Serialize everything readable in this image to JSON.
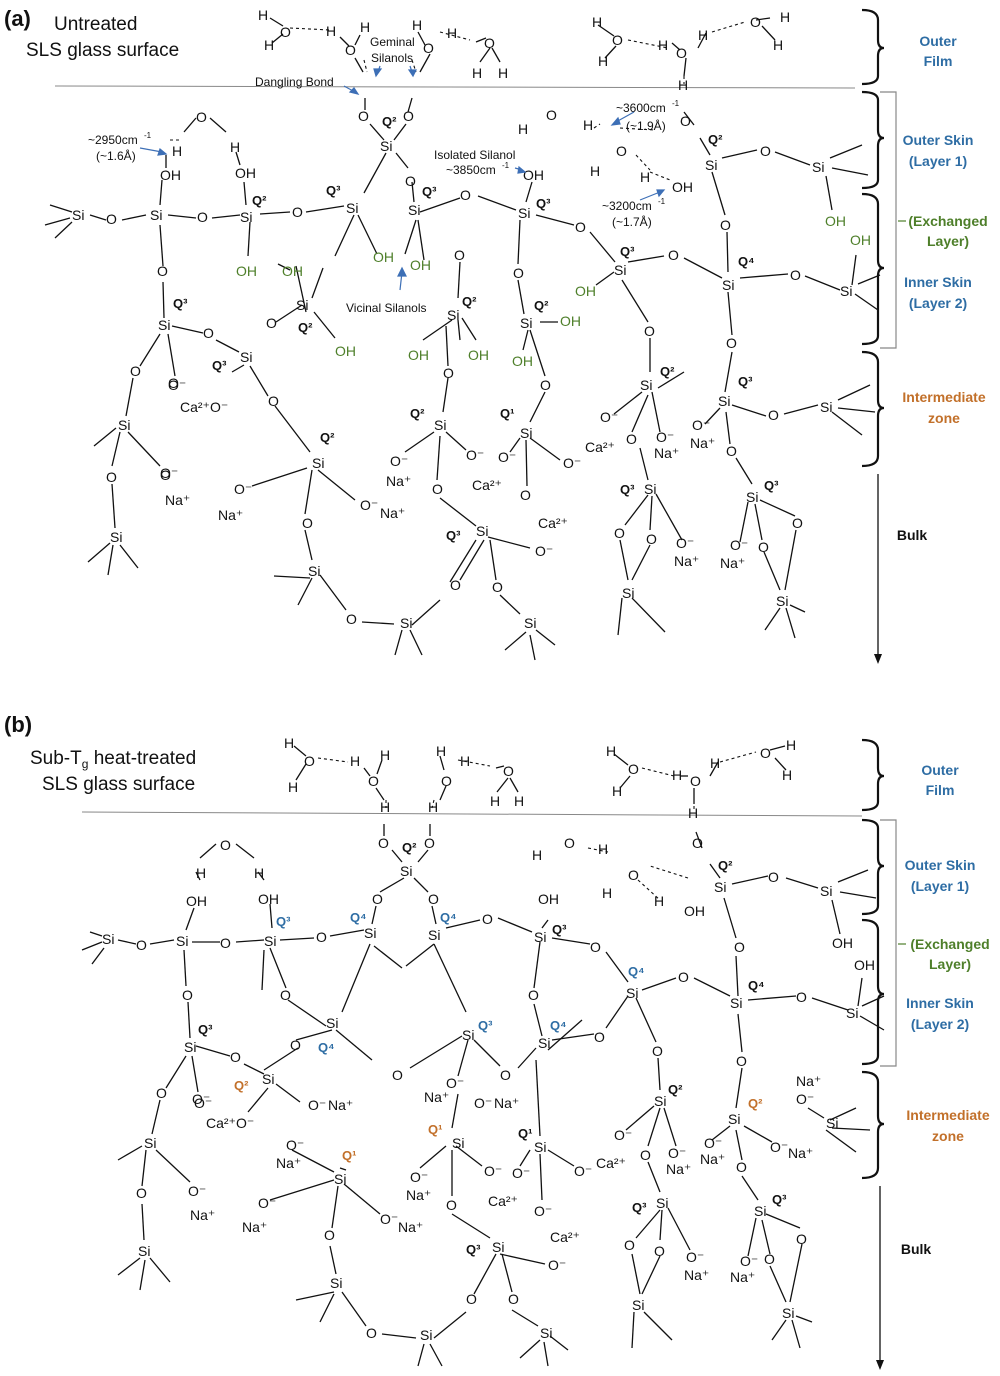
{
  "colors": {
    "blue": "#2e6da4",
    "green": "#4e7f2a",
    "orange": "#c2702a",
    "black": "#111111",
    "arrow": "#3d6fb6"
  },
  "panel_a": {
    "label": "(a)",
    "title_line1": "Untreated",
    "title_line2": "SLS glass surface",
    "annotations": {
      "dangling_bond": "Dangling Bond",
      "geminal_1": "Geminal",
      "geminal_2": "Silanols",
      "isolated_1": "Isolated Silanol",
      "isolated_2": "~3850cm",
      "vicinal": "Vicinal Silanols",
      "ir_2950": "~2950cm",
      "dist_16": "(~1.6Å)",
      "ir_3600": "~3600cm",
      "dist_19": "(~1.9Å)",
      "ir_3200": "~3200cm",
      "dist_17": "(~1.7Å)",
      "sup": "-1"
    }
  },
  "panel_b": {
    "label": "(b)",
    "title_line1a": "Sub-T",
    "title_line1_sub": "g",
    "title_line1b": " heat-treated",
    "title_line2": "SLS glass surface"
  },
  "zones": {
    "outer_film_1": "Outer",
    "outer_film_2": "Film",
    "outer_skin_1": "Outer Skin",
    "outer_skin_2": "(Layer 1)",
    "exchanged_1": "(Exchanged",
    "exchanged_2": "Layer)",
    "inner_skin_1": "Inner Skin",
    "inner_skin_2": "(Layer 2)",
    "intermediate_1": "Intermediate",
    "intermediate_2": "zone",
    "bulk": "Bulk"
  },
  "atoms": {
    "si": "Si",
    "o": "O",
    "h": "H",
    "oh": "OH",
    "ominus": "O",
    "na": "Na",
    "ca": "Ca",
    "q": "Q",
    "plus": "+",
    "minus": "-",
    "ca_charge": "2+"
  }
}
